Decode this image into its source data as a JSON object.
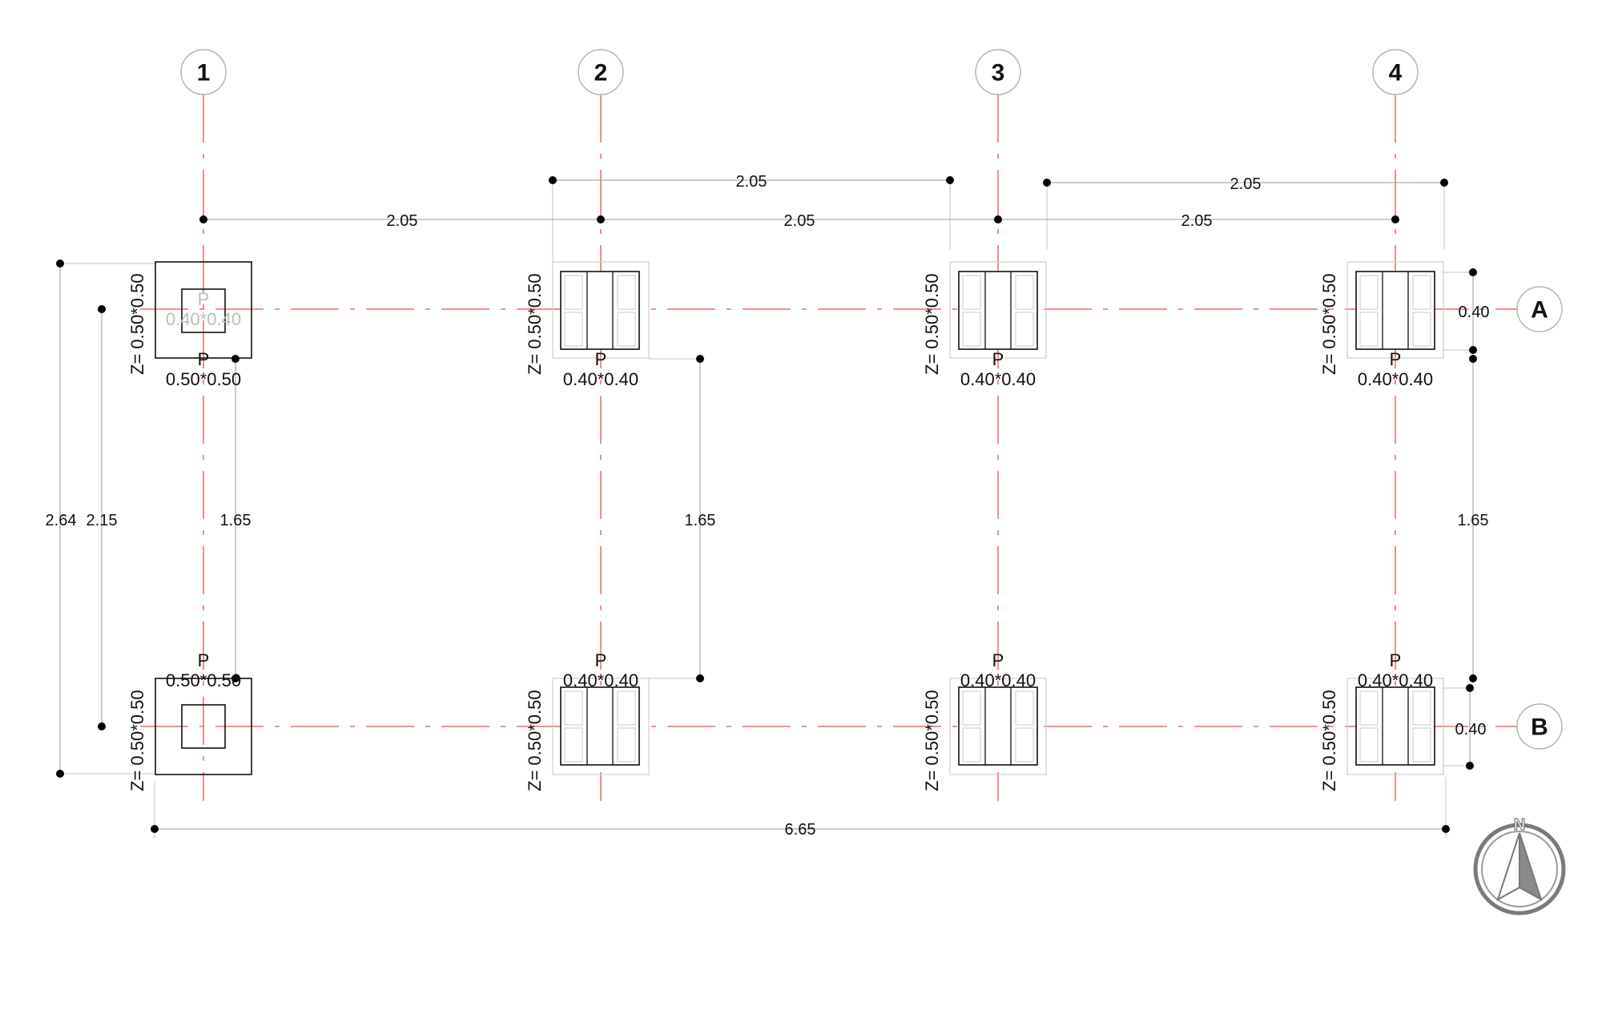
{
  "grid": {
    "columns": [
      "1",
      "2",
      "3",
      "4"
    ],
    "rows": [
      "A",
      "B"
    ]
  },
  "dimensions": {
    "top_upper": [
      "2.05",
      "2.05"
    ],
    "top_lower": [
      "2.05",
      "2.05",
      "2.05"
    ],
    "left_outer": "2.64",
    "left_inner": "2.15",
    "between_rows": [
      "1.65",
      "1.65",
      "1.65"
    ],
    "right_row_a": "0.40",
    "right_row_b": "0.40",
    "total_width": "6.65"
  },
  "footings": {
    "corner_label": "P",
    "corner_size": "0.50*0.50",
    "corner_inner_size": "0.40*0.40",
    "column_label": "P",
    "column_size": "0.40*0.40",
    "z_label": "Z= 0.50*0.50"
  },
  "north": {
    "label": "N"
  }
}
